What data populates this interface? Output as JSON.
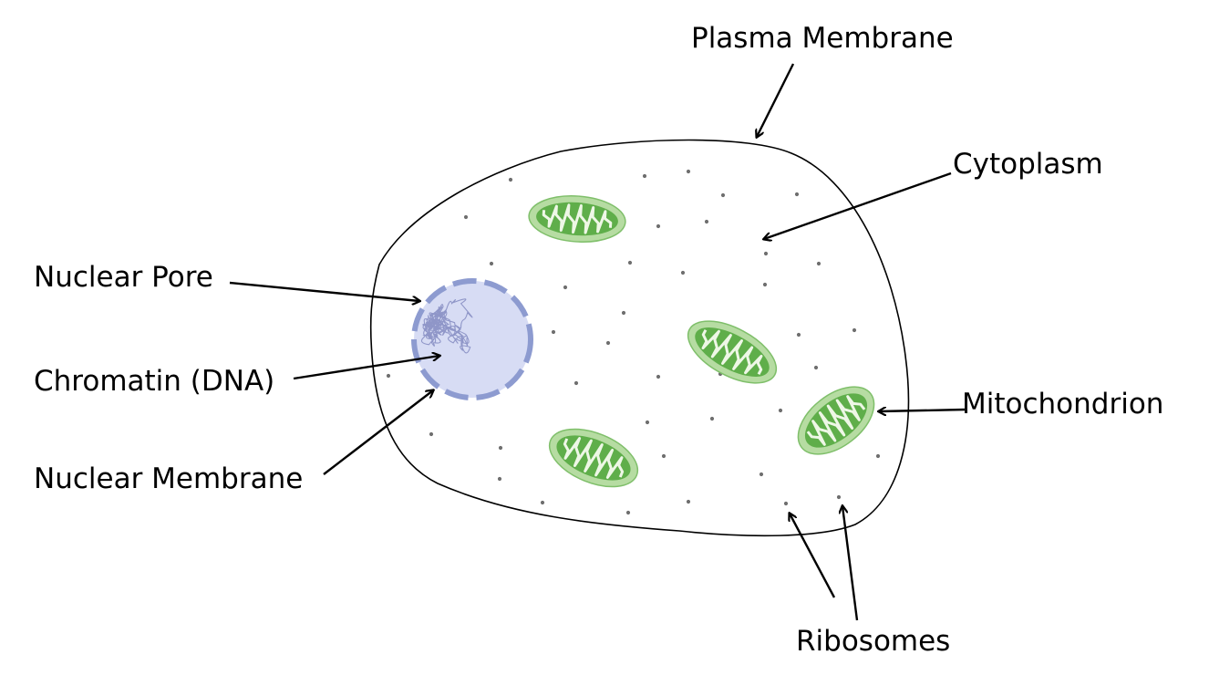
{
  "labels": {
    "plasma_membrane": "Plasma Membrane",
    "cytoplasm": "Cytoplasm",
    "nuclear_pore": "Nuclear Pore",
    "chromatin": "Chromatin (DNA)",
    "nuclear_membrane": "Nuclear Membrane",
    "mitochondrion": "Mitochondrion",
    "ribosomes": "Ribosomes"
  },
  "colors": {
    "outline": "#000000",
    "ribosome": "#6f6f6f",
    "nucleus_fill": "#d7dcf4",
    "nucleus_border": "#8d9bd0",
    "chromatin": "#8f96c8",
    "mito_outer": "#b6dca2",
    "mito_outer_stroke": "#7fbf6a",
    "mito_inner": "#5fae4a",
    "mito_cristae": "#eef7e6"
  },
  "icons": [
    "cell-outline-icon",
    "nucleus-icon",
    "mitochondrion-icon",
    "ribosome-dot-icon",
    "arrow-icon"
  ]
}
